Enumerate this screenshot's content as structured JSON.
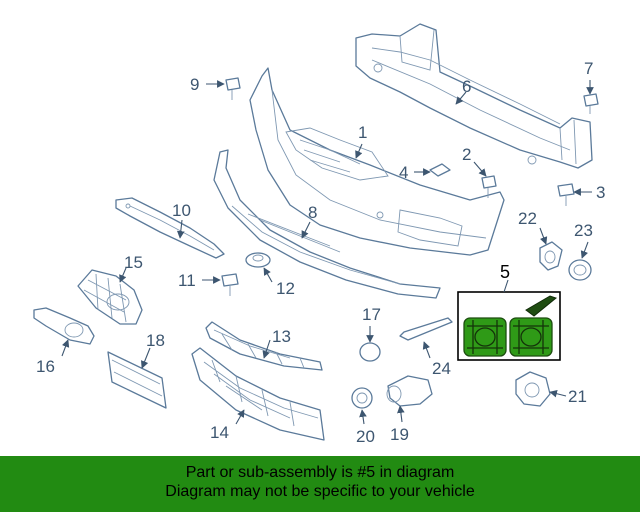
{
  "diagram": {
    "callouts": {
      "c1": "1",
      "c2": "2",
      "c3": "3",
      "c4": "4",
      "c5": "5",
      "c6": "6",
      "c7": "7",
      "c8": "8",
      "c9": "9",
      "c10": "10",
      "c11": "11",
      "c12": "12",
      "c13": "13",
      "c14": "14",
      "c15": "15",
      "c16": "16",
      "c17": "17",
      "c18": "18",
      "c19": "19",
      "c20": "20",
      "c21": "21",
      "c22": "22",
      "c23": "23",
      "c24": "24"
    },
    "highlight_color": "#2f9a17"
  },
  "banner": {
    "line1": "Part or sub-assembly is #5 in diagram",
    "line2": "Diagram may not be specific to your vehicle",
    "background": "#228b12"
  }
}
